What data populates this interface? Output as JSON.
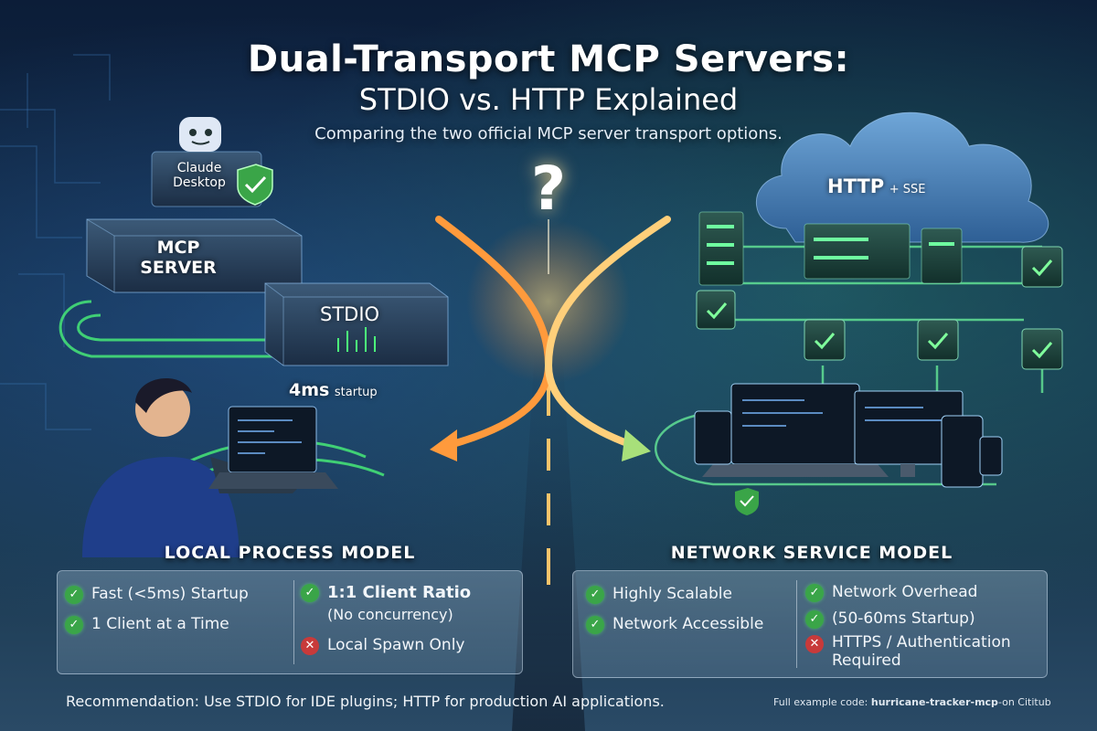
{
  "header": {
    "title_line1": "Dual-Transport MCP Servers:",
    "title_line2": "STDIO vs. HTTP Explained",
    "subtitle": "Comparing the two official MCP server transport options."
  },
  "left": {
    "client_label_1": "Claude",
    "client_label_2": "Desktop",
    "server_label_1": "MCP",
    "server_label_2": "SERVER",
    "transport_label": "STDIO",
    "startup_value": "4ms",
    "startup_unit": "startup",
    "panel_title": "LOCAL PROCESS MODEL",
    "col1": [
      {
        "text": "Fast (<5ms) Startup",
        "status": "check"
      },
      {
        "text": "1 Client at a Time",
        "status": "check"
      }
    ],
    "col2_heading": "1:1 Client Ratio",
    "col2_heading_note": "(No concurrency)",
    "col2": [
      {
        "text": "Local Spawn Only",
        "status": "cross"
      }
    ]
  },
  "center": {
    "question": "?"
  },
  "right": {
    "cloud_label_main": "HTTP",
    "cloud_label_sub": "+ SSE",
    "panel_title": "NETWORK SERVICE MODEL",
    "col1": [
      {
        "text": "Highly Scalable",
        "status": "check"
      },
      {
        "text": "Network Accessible",
        "status": "check"
      }
    ],
    "col2": [
      {
        "text": "Network Overhead",
        "status": "check"
      },
      {
        "text": "(50-60ms Startup)",
        "status": "check"
      },
      {
        "text": "HTTPS / Authentication Required",
        "status": "cross"
      }
    ]
  },
  "footer": {
    "recommendation": "Recommendation: Use STDIO for IDE plugins; HTTP for production AI applications.",
    "footnote_prefix": "Full example code:",
    "footnote_repo": "hurricane-tracker-mcp",
    "footnote_suffix": "-on Cititub"
  },
  "colors": {
    "accent_green": "#4cff7a",
    "accent_orange": "#ff9a3c",
    "check_green": "#3aa548",
    "cross_red": "#c83a3a"
  }
}
